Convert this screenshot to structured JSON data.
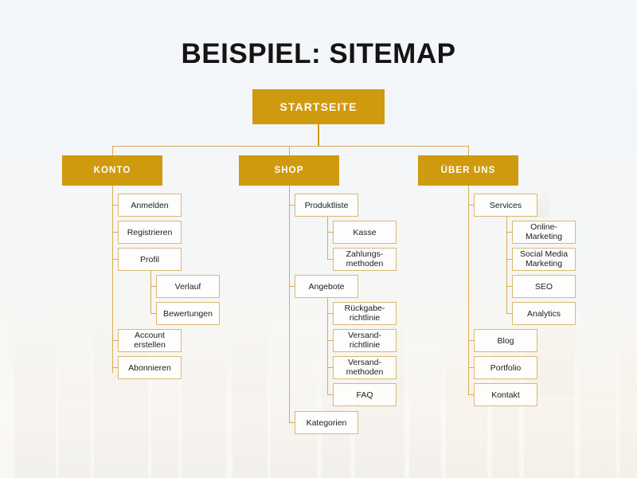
{
  "page": {
    "title": "BEISPIEL: SITEMAP",
    "background_top_color": "#f4f7fa",
    "background_bottom_color": "#faf8f4",
    "accent_color": "#cf9a0e",
    "box_border_color": "#dbb873",
    "connector_color": "#d9ab55"
  },
  "sitemap": {
    "root": {
      "label": "STARTSEITE"
    },
    "columns": [
      {
        "label": "KONTO",
        "children": [
          {
            "label": "Anmelden",
            "children": []
          },
          {
            "label": "Registrieren",
            "children": []
          },
          {
            "label": "Profil",
            "children": [
              {
                "label": "Verlauf"
              },
              {
                "label": "Bewertungen"
              }
            ]
          },
          {
            "label": "Account\nerstellen",
            "line1": "Account",
            "line2": "erstellen",
            "children": []
          },
          {
            "label": "Abonnieren",
            "children": []
          }
        ]
      },
      {
        "label": "SHOP",
        "children": [
          {
            "label": "Produktliste",
            "children": [
              {
                "label": "Kasse"
              },
              {
                "label": "Zahlungs-methoden",
                "line1": "Zahlungs-",
                "line2": "methoden"
              }
            ]
          },
          {
            "label": "Angebote",
            "children": [
              {
                "label": "Rückgabe-richtlinie",
                "line1": "Rückgabe-",
                "line2": "richtlinie"
              },
              {
                "label": "Versand-richtlinie",
                "line1": "Versand-",
                "line2": "richtlinie"
              },
              {
                "label": "Versand-methoden",
                "line1": "Versand-",
                "line2": "methoden"
              },
              {
                "label": "FAQ"
              }
            ]
          },
          {
            "label": "Kategorien",
            "children": []
          }
        ]
      },
      {
        "label": "ÜBER UNS",
        "children": [
          {
            "label": "Services",
            "children": [
              {
                "label": "Online-Marketing",
                "line1": "Online-",
                "line2": "Marketing"
              },
              {
                "label": "Social Media Marketing",
                "line1": "Social Media",
                "line2": "Marketing"
              },
              {
                "label": "SEO"
              },
              {
                "label": "Analytics"
              }
            ]
          },
          {
            "label": "Blog",
            "children": []
          },
          {
            "label": "Portfolio",
            "children": []
          },
          {
            "label": "Kontakt",
            "children": []
          }
        ]
      }
    ]
  }
}
